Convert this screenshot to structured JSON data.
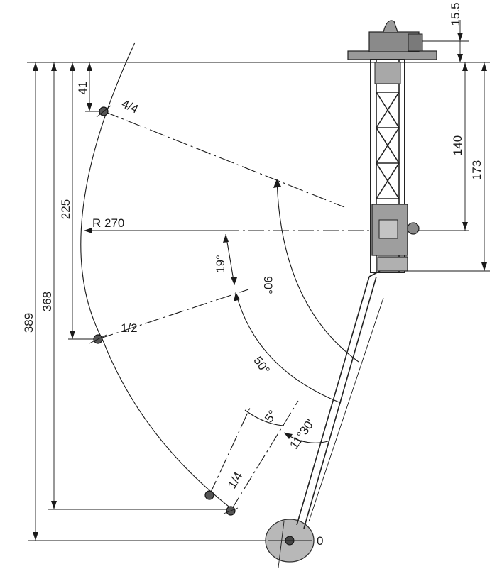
{
  "diagram": {
    "dimensions": {
      "d389": "389",
      "d368": "368",
      "d225": "225",
      "d41": "41",
      "d15_5": "15.5",
      "d140": "140",
      "d173": "173"
    },
    "radius_label": "R 270",
    "positions": {
      "full": "4/4",
      "half": "1/2",
      "quarter": "1/4",
      "zero": "0"
    },
    "angles": {
      "a90": "90°",
      "a19": "19°",
      "a50": "50°",
      "a5": "5°",
      "a11_30": "11°30'"
    }
  }
}
